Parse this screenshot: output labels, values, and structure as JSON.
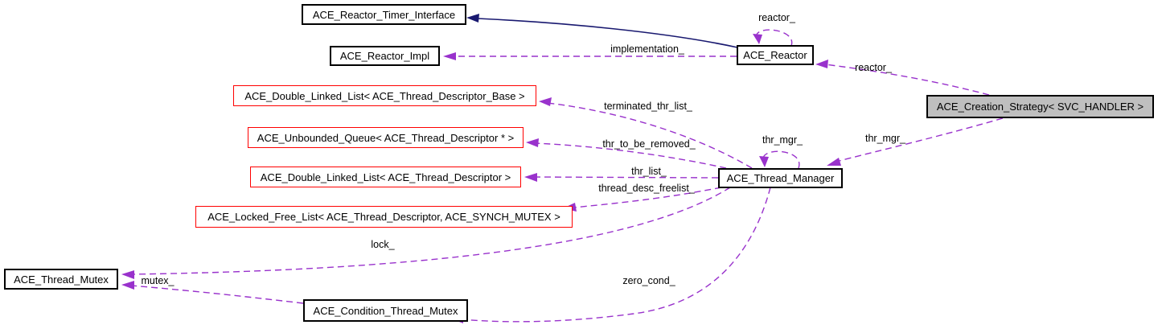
{
  "diagram": {
    "kind": "collaboration-graph",
    "colors": {
      "canvas_bg": "#ffffff",
      "association": "#9932cc",
      "inheritance": "#191970",
      "node_fill": "#ffffff",
      "node_border": "#000000",
      "external_border": "#ff0000",
      "highlight_fill": "#bfbfbf"
    },
    "nodes": {
      "timer": {
        "label": "ACE_Reactor_Timer_Interface"
      },
      "reactor_impl": {
        "label": "ACE_Reactor_Impl"
      },
      "reactor": {
        "label": "ACE_Reactor"
      },
      "creation_strategy": {
        "label": "ACE_Creation_Strategy< SVC_HANDLER >"
      },
      "thread_manager": {
        "label": "ACE_Thread_Manager"
      },
      "dll_base": {
        "label": "ACE_Double_Linked_List< ACE_Thread_Descriptor_Base >"
      },
      "unbounded_queue": {
        "label": "ACE_Unbounded_Queue< ACE_Thread_Descriptor * >"
      },
      "dll_desc": {
        "label": "ACE_Double_Linked_List< ACE_Thread_Descriptor >"
      },
      "locked_free_list": {
        "label": "ACE_Locked_Free_List< ACE_Thread_Descriptor, ACE_SYNCH_MUTEX >"
      },
      "thread_mutex": {
        "label": "ACE_Thread_Mutex"
      },
      "condition_thread_mutex": {
        "label": "ACE_Condition_Thread_Mutex"
      }
    },
    "edge_labels": {
      "reactor_self": "reactor_",
      "implementation": "implementation_",
      "reactor_ref": "reactor_",
      "terminated_thr_list": "terminated_thr_list_",
      "thr_to_be_removed": "thr_to_be_removed_",
      "thr_list": "thr_list_",
      "thread_desc_freelist": "thread_desc_freelist_",
      "thr_mgr_self": "thr_mgr_",
      "thr_mgr_ref": "thr_mgr_",
      "lock": "lock_",
      "mutex": "mutex_",
      "zero_cond": "zero_cond_"
    }
  }
}
